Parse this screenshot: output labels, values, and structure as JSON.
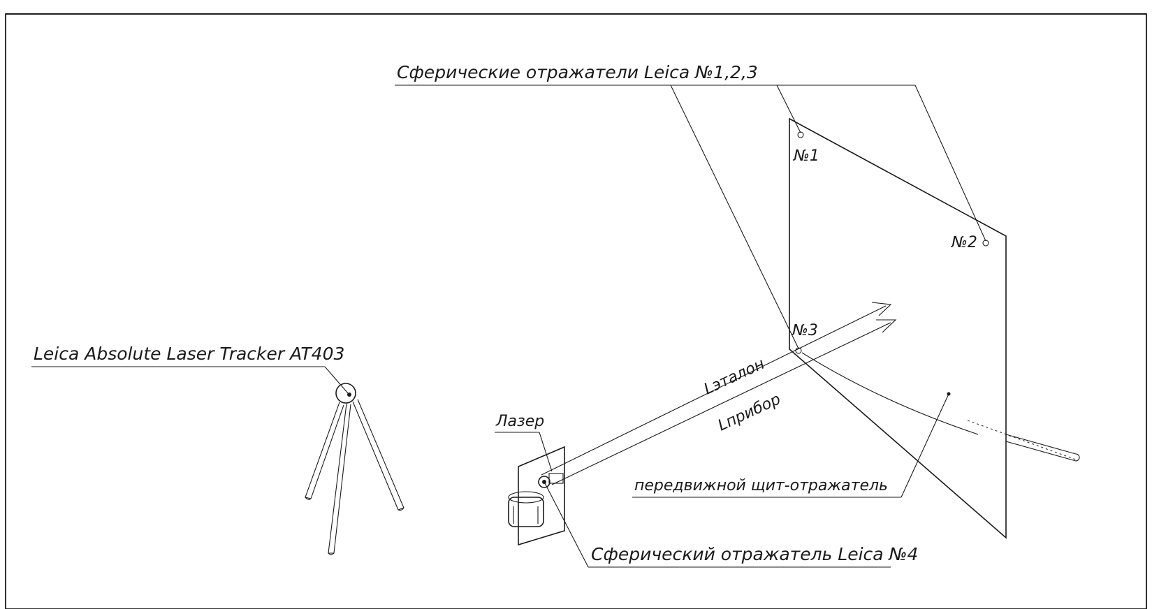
{
  "labels": {
    "reflectors_123": "Сферические отражатели Leica №1,2,3",
    "point_1": "№1",
    "point_2": "№2",
    "point_3": "№3",
    "tracker": "Leica Absolute Laser Tracker AT403",
    "laser": "Лазер",
    "l_etalon": "Lэталон",
    "l_pribor": "Lприбор",
    "board": "передвижной щит-отражатель",
    "reflector_4": "Сферический отражатель Leica №4"
  }
}
